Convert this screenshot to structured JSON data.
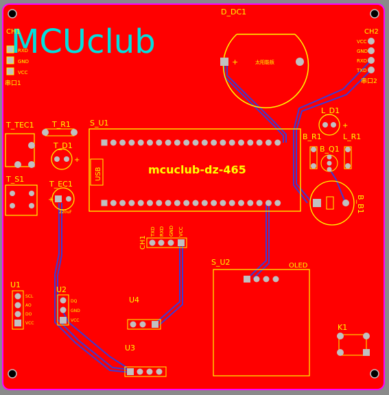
{
  "board": {
    "title": "MCUclub",
    "silk": "mcuclub-dz-465",
    "usb": "USB",
    "colors": {
      "board": "#ff0000",
      "outline": "#ff00ff",
      "silkscreen": "#ffff00",
      "trace": "#3b3bd6",
      "pad": "#c0c0c0",
      "title": "#00e0e0",
      "background": "#8a8a8a"
    }
  },
  "refs": {
    "d_dc1": "D_DC1",
    "ch1_left": "CH1",
    "ch2": "CH2",
    "t_tec1": "T_TEC1",
    "t_r1": "T_R1",
    "t_d1": "T_D1",
    "t_s1": "T_S1",
    "t_ec1": "T_EC1",
    "s_u1": "S_U1",
    "l_d1": "L_D1",
    "b_r1": "B_R1",
    "b_q1": "B_Q1",
    "l_r1": "L_R1",
    "b_b1": "B_B1",
    "ch1_mid": "CH1",
    "s_u2": "S_U2",
    "oled": "OLED",
    "u1": "U1",
    "u2": "U2",
    "u4": "U4",
    "u3": "U3",
    "k1": "K1"
  },
  "pins": {
    "ch1_left": [
      "RXD",
      "GND",
      "VCC"
    ],
    "ch1_left_note": "串口1",
    "ch2": [
      "VCC",
      "GND",
      "RXD",
      "TXD"
    ],
    "ch2_note": "串口2",
    "ch1_mid": [
      "TXD",
      "RXD",
      "GND",
      "VCC"
    ],
    "u1": [
      "SCL",
      "AO",
      "DO",
      "VCC"
    ],
    "u2": [
      "DQ",
      "GND",
      "VCC"
    ]
  },
  "notes": {
    "d_dc1_note": "太阳能板",
    "t_ec1_value": "220uF",
    "plus": "+"
  }
}
